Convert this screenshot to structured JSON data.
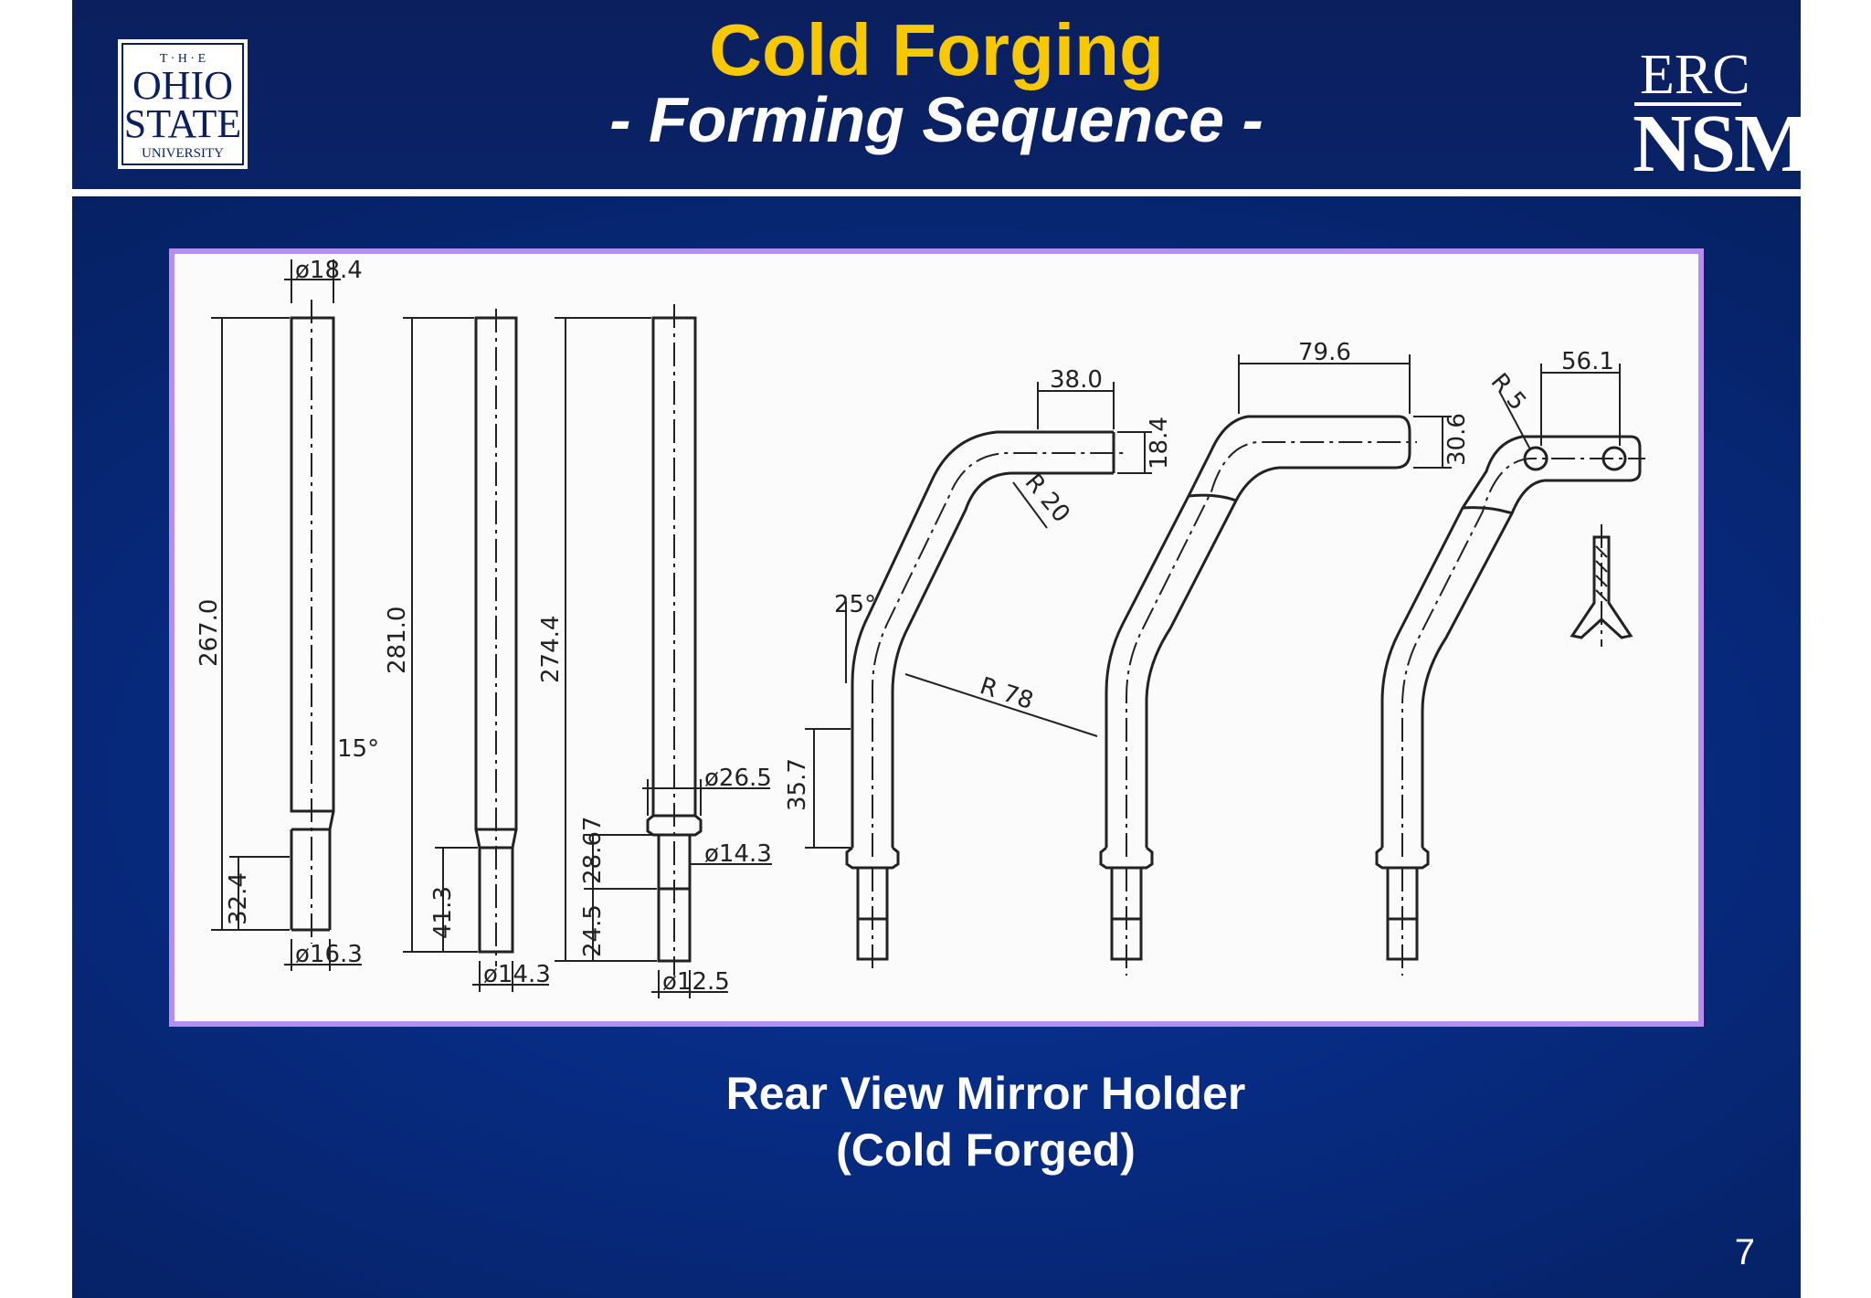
{
  "header": {
    "title": "Cold Forging",
    "subtitle": "- Forming Sequence -"
  },
  "osu_logo": {
    "top": "T · H · E",
    "line1": "OHIO",
    "line2": "STATE",
    "line3": "UNIVERSITY"
  },
  "erc_logo": {
    "line1": "ERC",
    "line2": "NSM"
  },
  "drawing": {
    "stage1": {
      "dia_top": "ø18.4",
      "length": "267.0",
      "angle": "15°",
      "tip": "32.4",
      "dia_bottom": "ø16.3"
    },
    "stage2": {
      "length": "281.0",
      "tip": "41.3",
      "dia_bottom": "ø14.3"
    },
    "stage3": {
      "length": "274.4",
      "dia_shoulder": "ø26.5",
      "dim_a": "28.67",
      "dia_mid": "ø14.3",
      "dim_b": "24.5",
      "dia_bottom": "ø12.5"
    },
    "stage4": {
      "width": "38.0",
      "height": "18.4",
      "bend_r": "R 20",
      "angle": "25°",
      "big_r": "R 78",
      "step": "35.7"
    },
    "stage5": {
      "width": "79.6",
      "height": "30.6"
    },
    "stage6": {
      "radius": "R 5",
      "width": "56.1"
    }
  },
  "caption": {
    "line1": "Rear View Mirror Holder",
    "line2": "(Cold Forged)"
  },
  "page_number": "7",
  "colors": {
    "title": "#f8c900",
    "background": "#072a7e",
    "frame_border": "#b58ef0"
  }
}
